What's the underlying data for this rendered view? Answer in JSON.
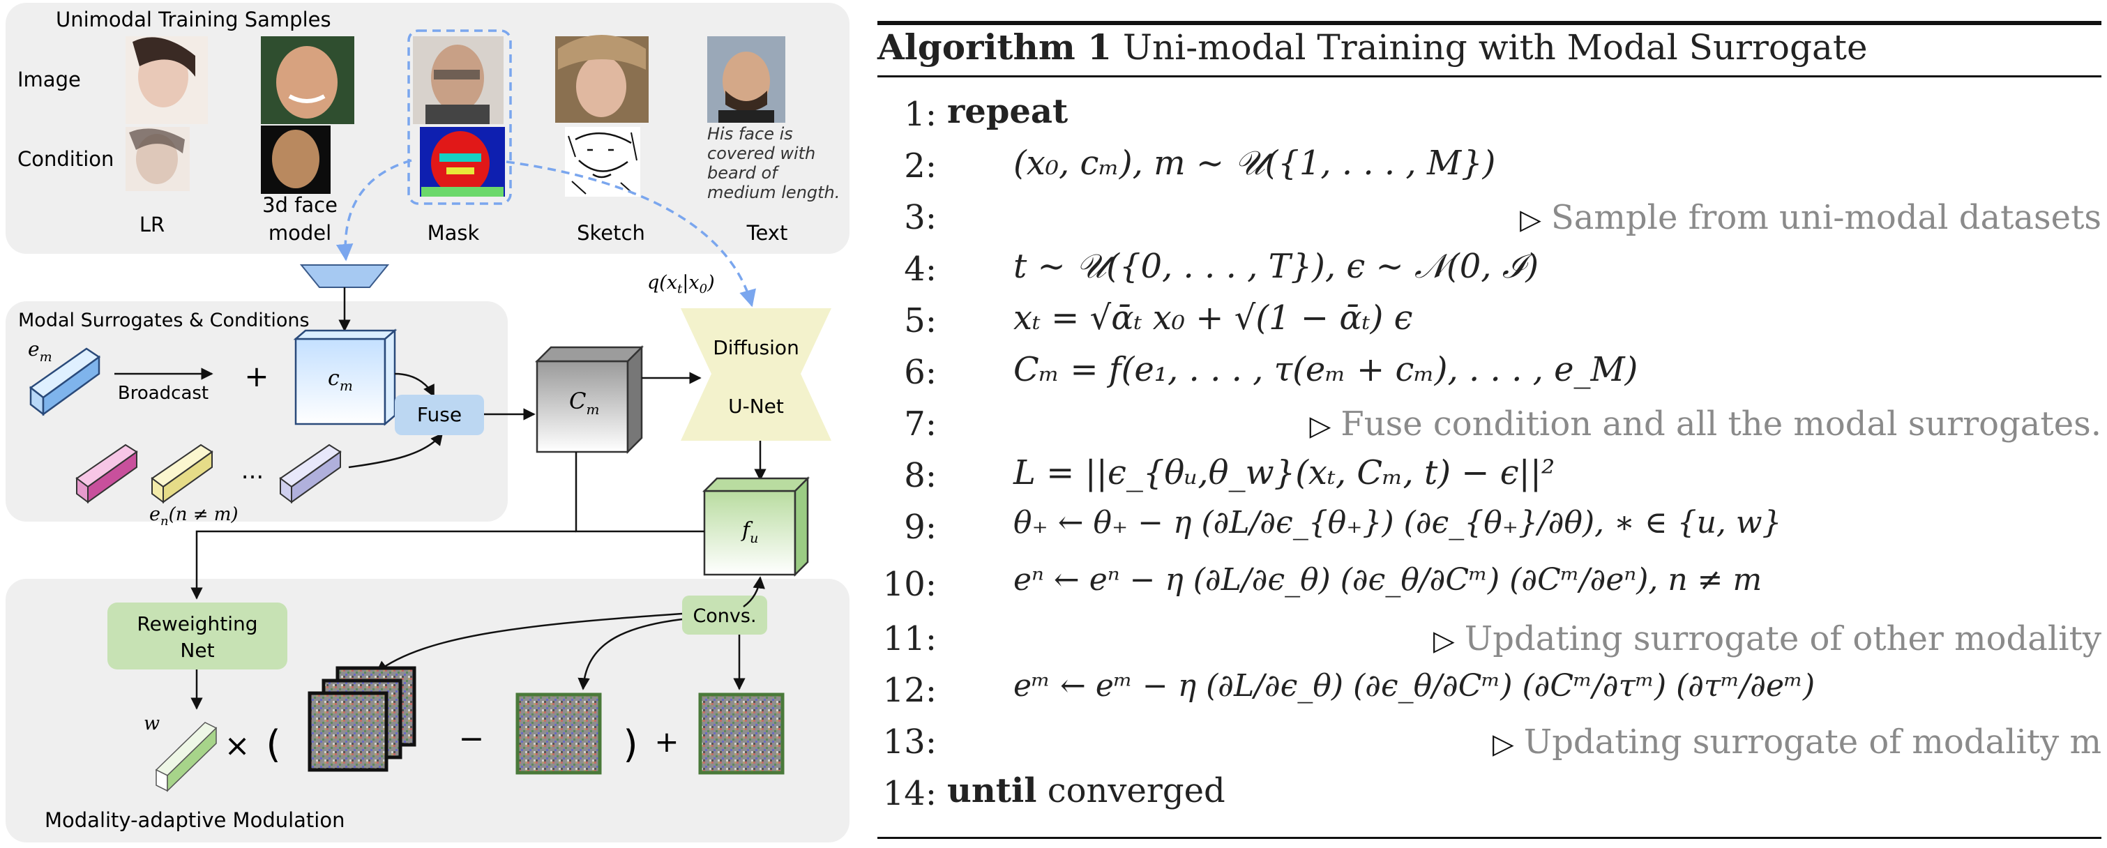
{
  "figure": {
    "top_panel_title": "Unimodal Training Samples",
    "row_labels": {
      "image": "Image",
      "condition": "Condition"
    },
    "columns": [
      "LR",
      "3d face",
      "Mask",
      "Sketch",
      "Text"
    ],
    "column_sub": "model",
    "text_sample": [
      "His face is",
      "covered with",
      "beard of",
      "medium length."
    ],
    "surrogate_panel_title": "Modal Surrogates & Conditions",
    "em_label": "e",
    "em_sub": "m",
    "broadcast": "Broadcast",
    "plus": "+",
    "ellipsis": "...",
    "en_label": "e",
    "en_sub": "n",
    "en_cond": "(n ≠ m)",
    "cm_label": "c",
    "cm_sub": "m",
    "fuse": "Fuse",
    "Cm_label": "C",
    "Cm_sub": "m",
    "q_label": "q(x",
    "q_sub": "t",
    "q_rest": "|x",
    "q_sub0": "0",
    "q_end": ")",
    "diffusion": "Diffusion",
    "unet": "U-Net",
    "fu_label": "f",
    "fu_sub": "u",
    "reweighting": [
      "Reweighting",
      "Net"
    ],
    "convs": "Convs.",
    "w_label": "w",
    "times": "×",
    "lparen": "(",
    "minus": "−",
    "rparen": ")",
    "plus2": "+",
    "modulation_title": "Modality-adaptive Modulation"
  },
  "algorithm": {
    "title_bold": "Algorithm 1",
    "title_rest": "Uni-modal Training with Modal Surrogate",
    "lines": [
      {
        "n": "1:",
        "kw": "repeat",
        "text": ""
      },
      {
        "n": "2:",
        "text": "(x₀, cₘ), m ∼ 𝒰({1, . . . , M})"
      },
      {
        "n": "3:",
        "comment": "Sample from uni-modal datasets"
      },
      {
        "n": "4:",
        "text": "t ∼ 𝒰({0, . . . , T}), ϵ ∼ 𝒩(0, ℐ)"
      },
      {
        "n": "5:",
        "text": "xₜ = √ᾱₜ x₀ + √(1 − ᾱₜ) ϵ"
      },
      {
        "n": "6:",
        "text": "Cₘ = f(e₁, . . . , τ(eₘ + cₘ), . . . , e_M)"
      },
      {
        "n": "7:",
        "comment": "Fuse condition and all the modal surrogates."
      },
      {
        "n": "8:",
        "text": "L = ||ϵ_{θᵤ,θ_w}(xₜ, Cₘ, t) − ϵ||²"
      },
      {
        "n": "9:",
        "text": "θ₊ ← θ₊ − η (∂L/∂ϵ_{θ₊}) (∂ϵ_{θ₊}/∂θ), ∗ ∈ {u, w}"
      },
      {
        "n": "10:",
        "text": "eⁿ ← eⁿ − η (∂L/∂ϵ_θ) (∂ϵ_θ/∂Cᵐ) (∂Cᵐ/∂eⁿ), n ≠ m"
      },
      {
        "n": "11:",
        "comment": "Updating surrogate of other modality"
      },
      {
        "n": "12:",
        "text": "eᵐ ← eᵐ − η (∂L/∂ϵ_θ) (∂ϵ_θ/∂Cᵐ) (∂Cᵐ/∂τᵐ) (∂τᵐ/∂eᵐ)"
      },
      {
        "n": "13:",
        "comment": "Updating surrogate of modality m"
      },
      {
        "n": "14:",
        "kw": "until",
        "text": "converged"
      }
    ]
  },
  "colors": {
    "panel_bg": "#efefef",
    "dashed": "#7aa6ee",
    "fuse_box": "#bcd7f2",
    "unet_fill": "#f3f2cc",
    "green_box": "#c7e2b4",
    "comment_gray": "#8a8a8a"
  }
}
